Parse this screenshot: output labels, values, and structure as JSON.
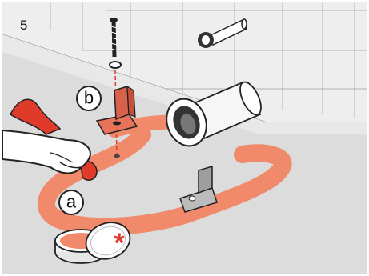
{
  "step": {
    "number": "5"
  },
  "callouts": [
    {
      "id": "a",
      "label": "a"
    },
    {
      "id": "b",
      "label": "b"
    }
  ],
  "marker": {
    "glyph": "*"
  },
  "colors": {
    "sealant": "#f08a6a",
    "bracket": "#e8735a",
    "accent_red": "#e03a2a",
    "wall": "#eeeeee",
    "floor": "#dedede",
    "outline": "#222222"
  },
  "icons": [
    "screw-icon",
    "washer-icon",
    "bracket-icon",
    "hand-icon",
    "cloth-icon",
    "pipe-icon",
    "sealant-jar-icon"
  ]
}
